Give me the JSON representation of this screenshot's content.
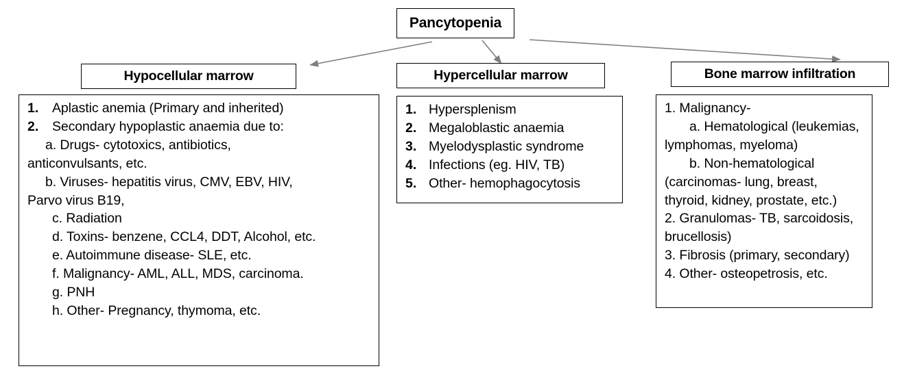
{
  "diagram": {
    "title": "Pancytopenia",
    "root": {
      "label": "Pancytopenia"
    },
    "arrow_color": "#7f7f7f",
    "border_color": "#000000",
    "background_color": "#ffffff",
    "branches": [
      {
        "id": "hypocellular",
        "header": "Hypocellular marrow",
        "items": [
          {
            "num": "1.",
            "text": "Aplastic anemia (Primary and inherited)"
          },
          {
            "num": "2.",
            "text": "Secondary hypoplastic anaemia due to:"
          }
        ],
        "sub_lines": [
          {
            "indent": 1,
            "text": "a. Drugs- cytotoxics, antibiotics,"
          },
          {
            "indent": 0,
            "text": "anticonvulsants, etc."
          },
          {
            "indent": 1,
            "text": "b. Viruses- hepatitis virus, CMV, EBV, HIV,"
          },
          {
            "indent": 0,
            "text": "Parvo virus B19,"
          },
          {
            "indent": 2,
            "text": "c. Radiation"
          },
          {
            "indent": 2,
            "text": "d. Toxins- benzene, CCL4, DDT, Alcohol, etc."
          },
          {
            "indent": 2,
            "text": "e. Autoimmune disease- SLE, etc."
          },
          {
            "indent": 2,
            "text": "f. Malignancy- AML, ALL, MDS, carcinoma."
          },
          {
            "indent": 2,
            "text": "g. PNH"
          },
          {
            "indent": 2,
            "text": "h. Other- Pregnancy, thymoma, etc."
          }
        ]
      },
      {
        "id": "hypercellular",
        "header": "Hypercellular marrow",
        "items": [
          {
            "num": "1.",
            "text": "Hypersplenism"
          },
          {
            "num": "2.",
            "text": "Megaloblastic anaemia"
          },
          {
            "num": "3.",
            "text": "Myelodysplastic syndrome"
          },
          {
            "num": "4.",
            "text": "Infections (eg. HIV, TB)"
          },
          {
            "num": "5.",
            "text": "Other- hemophagocytosis"
          }
        ],
        "sub_lines": []
      },
      {
        "id": "infiltration",
        "header": "Bone marrow infiltration",
        "items": [],
        "sub_lines": [
          {
            "indent": 0,
            "text": "1. Malignancy-"
          },
          {
            "indent": 1,
            "text": "a. Hematological (leukemias,"
          },
          {
            "indent": 0,
            "text": "lymphomas, myeloma)"
          },
          {
            "indent": 1,
            "text": "b. Non-hematological"
          },
          {
            "indent": 0,
            "text": "(carcinomas- lung, breast,"
          },
          {
            "indent": 0,
            "text": "thyroid, kidney, prostate, etc.)"
          },
          {
            "indent": 0,
            "text": "2. Granulomas- TB, sarcoidosis,"
          },
          {
            "indent": 0,
            "text": "brucellosis)"
          },
          {
            "indent": 0,
            "text": "3. Fibrosis (primary, secondary)"
          },
          {
            "indent": 0,
            "text": "4. Other- osteopetrosis, etc."
          }
        ]
      }
    ]
  }
}
